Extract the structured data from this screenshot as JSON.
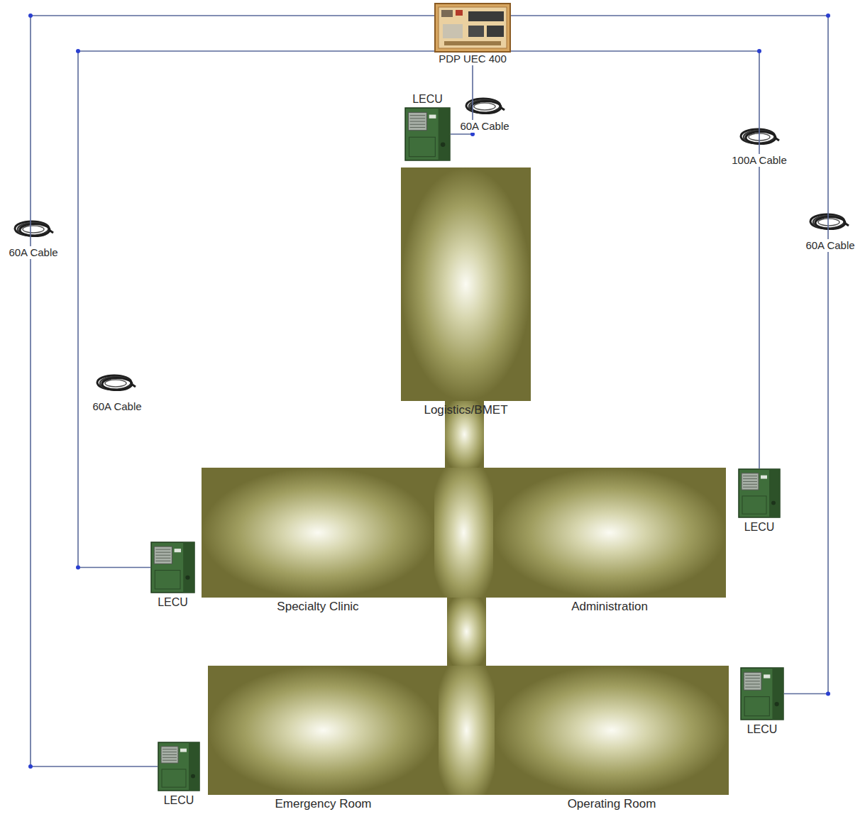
{
  "diagram": {
    "nodes": [
      {
        "text": [
          "PDP UEC 400"
        ]
      },
      {
        "text": [
          "LECU"
        ]
      },
      {
        "text": [
          "Logistics/BMET"
        ]
      },
      {
        "text": [
          "LECU"
        ]
      },
      {
        "text": [
          "LECU"
        ]
      },
      {
        "text": [
          "Specialty Clinic"
        ]
      },
      {
        "text": [
          "Administration"
        ]
      },
      {
        "text": [
          "LECU"
        ]
      },
      {
        "text": [
          "LECU"
        ]
      },
      {
        "text": [
          "Emergency Room"
        ]
      },
      {
        "text": [
          "Operating Room"
        ]
      }
    ],
    "edges": [
      {
        "from": 0,
        "to": 1,
        "arrow": "none",
        "label": "60A Cable"
      },
      {
        "from": 0,
        "to": 3,
        "arrow": "none",
        "label": "100A Cable"
      },
      {
        "from": 0,
        "to": 7,
        "arrow": "none",
        "label": "60A Cable"
      },
      {
        "from": 0,
        "to": 4,
        "arrow": "none",
        "label": "60A Cable"
      },
      {
        "from": 0,
        "to": 8,
        "arrow": "none",
        "label": "60A Cable"
      }
    ]
  }
}
